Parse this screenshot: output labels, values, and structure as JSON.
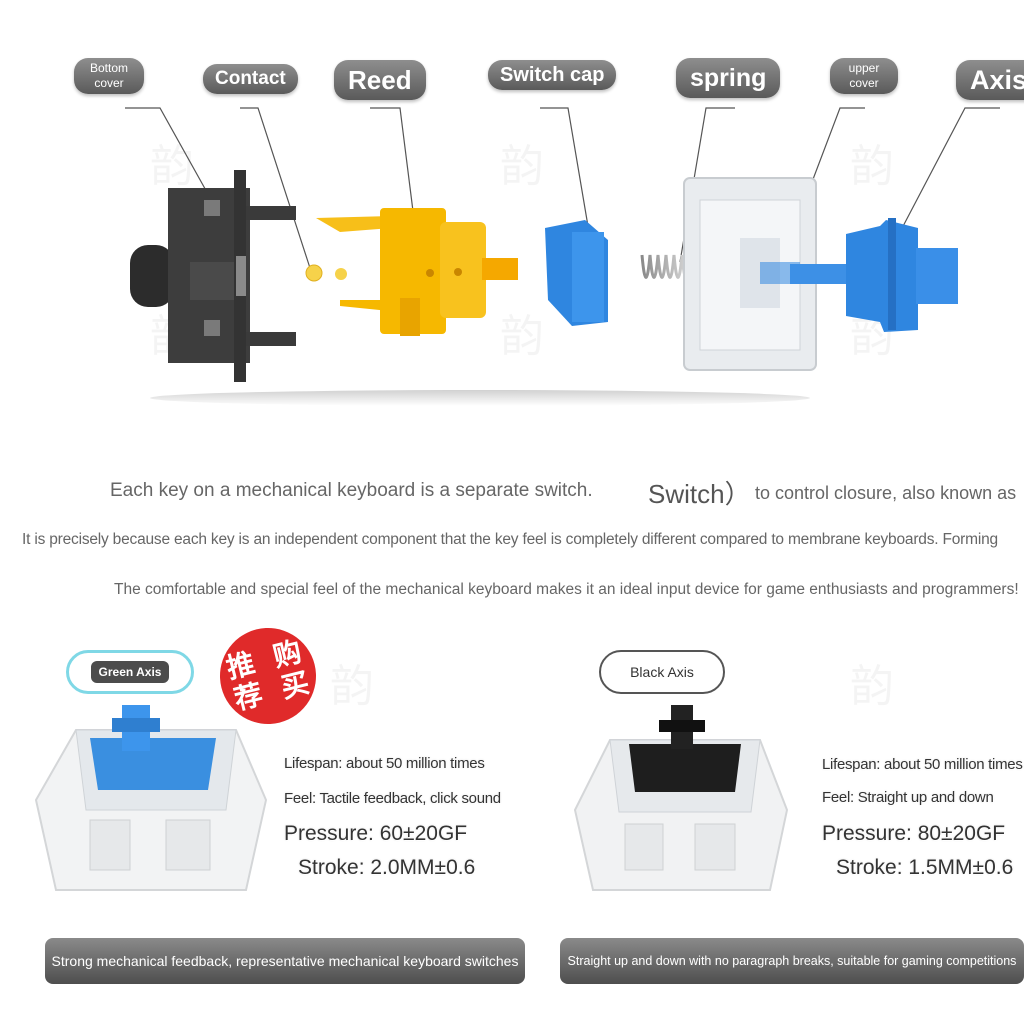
{
  "labels": {
    "bottom_cover": "Bottom cover",
    "contact": "Contact",
    "reed": "Reed",
    "switch_cap": "Switch cap",
    "spring": "spring",
    "upper_cover": "upper cover",
    "axis": "Axis"
  },
  "intro": {
    "line1_a": "Each key on a mechanical keyboard is a separate switch.",
    "line1_b": "Switch）",
    "line1_c": "to control closure, also known as",
    "line2": "It is precisely because each key is an independent component that the key feel is completely different compared to membrane keyboards. Forming",
    "line3": "The comfortable and special feel of the mechanical keyboard makes it an ideal input device for game enthusiasts and programmers!"
  },
  "green": {
    "name": "Green Axis",
    "stamp": "推荐购买",
    "lifespan": "Lifespan: about 50 million times",
    "feel": "Feel: Tactile feedback, click sound",
    "pressure": "Pressure: 60±20GF",
    "stroke": "Stroke: 2.0MM±0.6",
    "banner": "Strong mechanical feedback, representative mechanical keyboard switches"
  },
  "black": {
    "name": "Black Axis",
    "lifespan": "Lifespan: about 50 million times",
    "feel": "Feel: Straight up and down",
    "pressure": "Pressure: 80±20GF",
    "stroke": "Stroke: 1.5MM±0.6",
    "banner": "Straight up and down with no paragraph breaks, suitable for gaming competitions"
  },
  "colors": {
    "housing_dark": "#3d3d3d",
    "reed_yellow": "#f6b800",
    "cap_blue": "#2f86e0",
    "stem_black": "#1e1e1e",
    "stamp_red": "#e02a2a"
  }
}
